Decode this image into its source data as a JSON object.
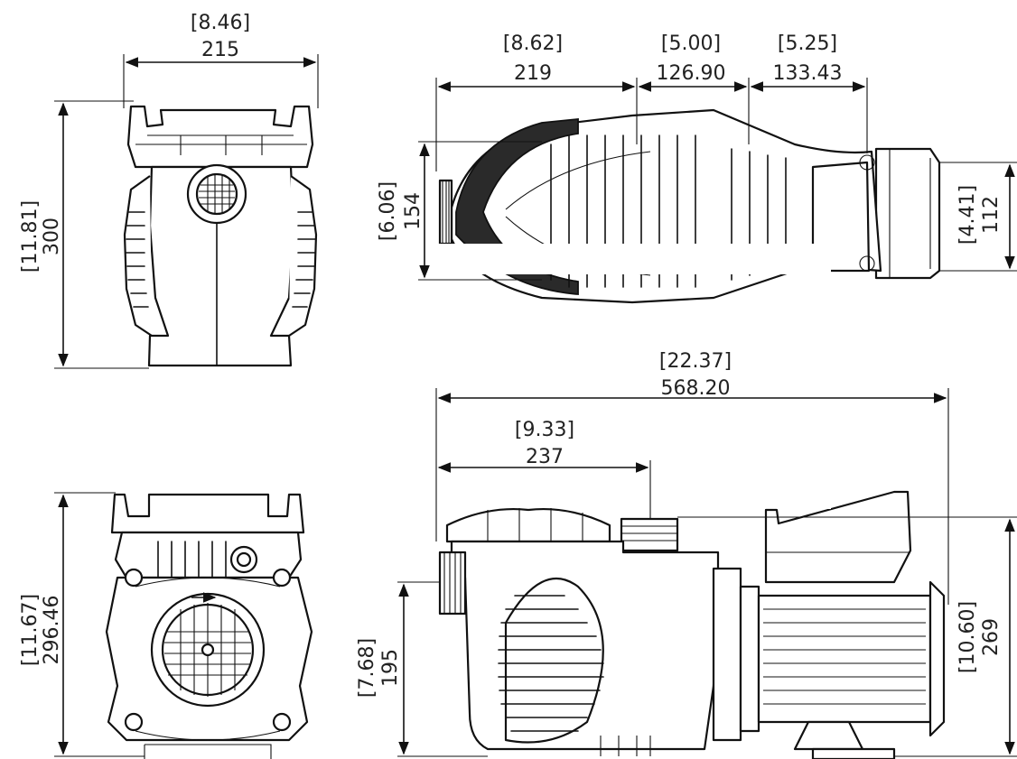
{
  "views": {
    "front": {
      "width": {
        "inch": "[8.46]",
        "mm": "215"
      },
      "height": {
        "inch": "[11.81]",
        "mm": "300"
      }
    },
    "top": {
      "seg1": {
        "inch": "[8.62]",
        "mm": "219"
      },
      "seg2": {
        "inch": "[5.00]",
        "mm": "126.90"
      },
      "seg3": {
        "inch": "[5.25]",
        "mm": "133.43"
      },
      "left_height": {
        "inch": "[6.06]",
        "mm": "154"
      },
      "right_height": {
        "inch": "[4.41]",
        "mm": "112"
      }
    },
    "rear": {
      "height": {
        "inch": "[11.67]",
        "mm": "296.46"
      }
    },
    "side": {
      "overall_length": {
        "inch": "[22.37]",
        "mm": "568.20"
      },
      "inlet_offset": {
        "inch": "[9.33]",
        "mm": "237"
      },
      "inlet_height": {
        "inch": "[7.68]",
        "mm": "195"
      },
      "total_height": {
        "inch": "[10.60]",
        "mm": "269"
      }
    }
  }
}
